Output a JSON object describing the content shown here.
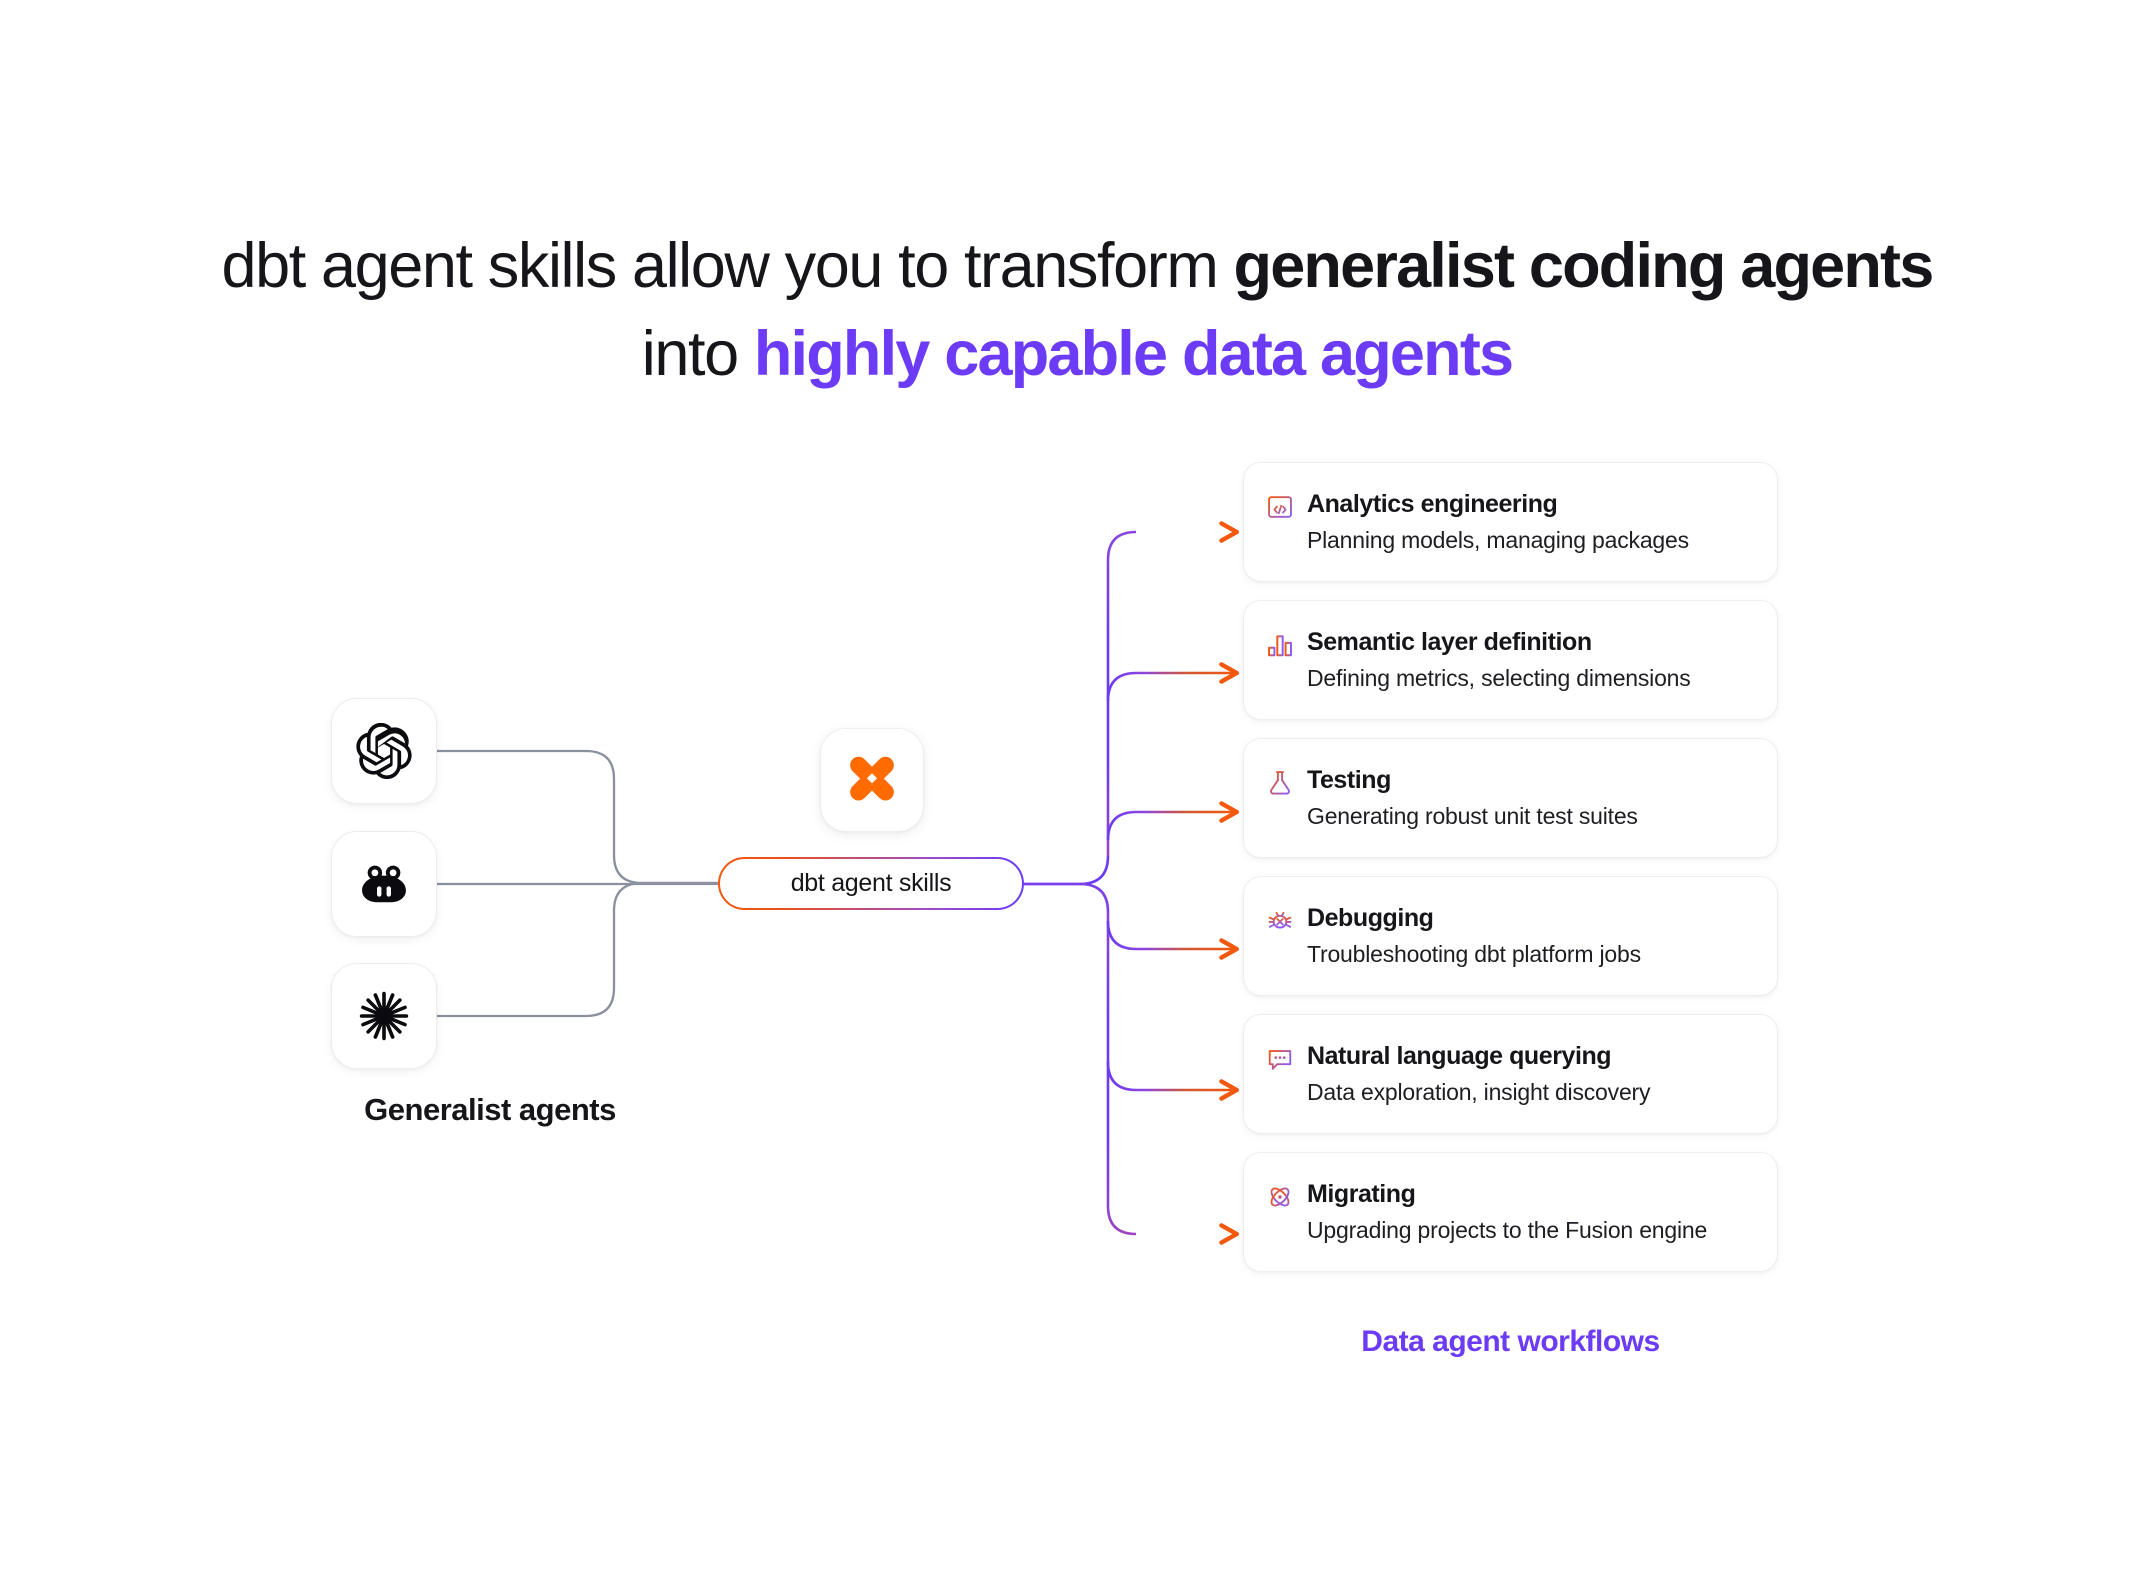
{
  "headline": {
    "line1_plain": "dbt agent skills allow you to transform ",
    "line1_bold": "generalist coding agents",
    "line2_plain": "into ",
    "line2_accent": "highly capable data agents"
  },
  "colors": {
    "accent_purple": "#6B3BF5",
    "accent_orange": "#F2590E",
    "text": "#16161a",
    "card_border": "#eeeef1",
    "connector_gray": "#8a909e"
  },
  "left_group": {
    "label": "Generalist agents",
    "agents": [
      {
        "name": "openai-logo",
        "alt": "OpenAI"
      },
      {
        "name": "copilot-logo",
        "alt": "GitHub Copilot"
      },
      {
        "name": "claude-logo",
        "alt": "Claude"
      }
    ]
  },
  "center": {
    "logo_name": "dbt-logo",
    "pill_label": "dbt agent skills"
  },
  "right_group": {
    "label": "Data agent workflows",
    "cards": [
      {
        "icon": "code-window-icon",
        "title": "Analytics engineering",
        "subtitle": "Planning models, managing packages"
      },
      {
        "icon": "bar-chart-icon",
        "title": "Semantic layer definition",
        "subtitle": "Defining metrics, selecting dimensions"
      },
      {
        "icon": "flask-icon",
        "title": "Testing",
        "subtitle": "Generating robust unit test suites"
      },
      {
        "icon": "bug-icon",
        "title": "Debugging",
        "subtitle": "Troubleshooting dbt platform jobs"
      },
      {
        "icon": "chat-bubble-icon",
        "title": "Natural language querying",
        "subtitle": "Data exploration, insight discovery"
      },
      {
        "icon": "atom-icon",
        "title": "Migrating",
        "subtitle": "Upgrading projects to the Fusion engine"
      }
    ]
  }
}
